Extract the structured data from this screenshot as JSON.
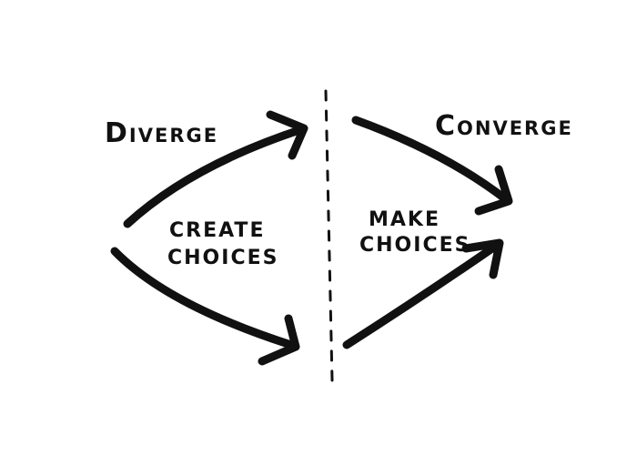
{
  "diagram": {
    "left_heading": "Diverge",
    "right_heading": "Converge",
    "left_caption_line1": "CREATE",
    "left_caption_line2": "CHOICES",
    "right_caption_line1": "MAKE",
    "right_caption_line2": "CHOICES",
    "ink_color": "#111111",
    "background_color": "#ffffff"
  }
}
